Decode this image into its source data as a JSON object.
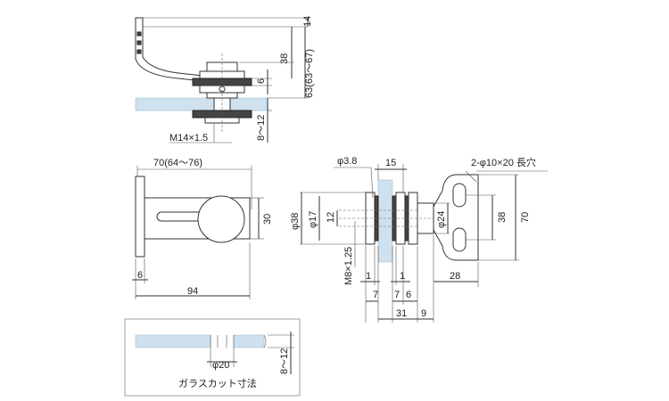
{
  "dimensions": {
    "top_14": "14",
    "top_38": "38",
    "top_63": "63(63～67)",
    "top_6": "6",
    "top_8_12": "8～12",
    "top_m14": "M14×1.5",
    "mid_70": "70(64～76)",
    "mid_30": "30",
    "mid_6": "6",
    "mid_94": "94",
    "sec_phi38": "φ38",
    "sec_phi17": "φ17",
    "sec_12": "12",
    "sec_m8": "M8×1.25",
    "sec_phi3_8": "φ3.8",
    "sec_15": "15",
    "sec_phi24": "φ24",
    "sec_1a": "1",
    "sec_1b": "1",
    "sec_7a": "7",
    "sec_7b": "7",
    "sec_6": "6",
    "sec_31": "31",
    "sec_9": "9",
    "right_slot": "2-φ10×20 長穴",
    "right_38": "38",
    "right_70": "70",
    "right_28": "28",
    "cut_phi20": "φ20",
    "cut_8_12": "8～12"
  },
  "cut_caption": "ガラスカット寸法"
}
